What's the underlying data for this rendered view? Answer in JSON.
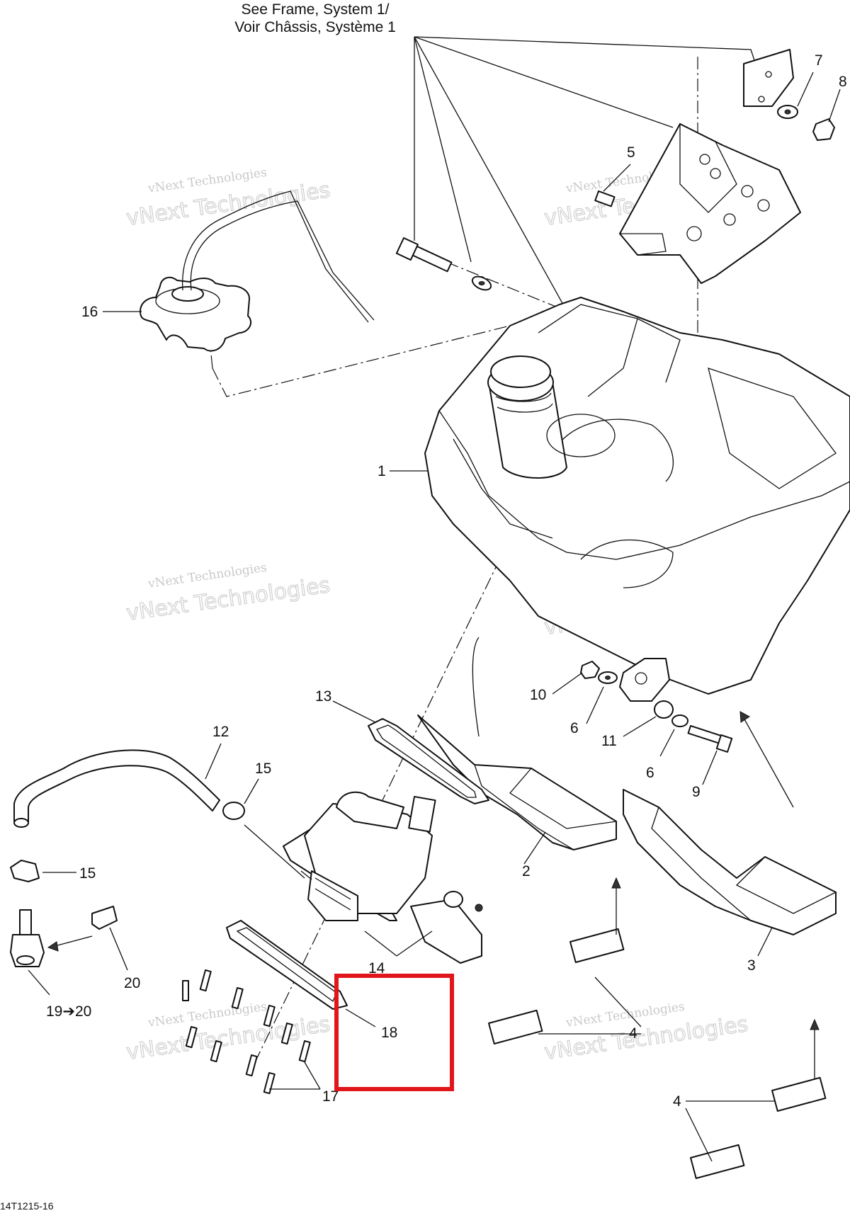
{
  "header": {
    "line1": "See Frame, System 1/",
    "line2": "Voir Châssis, Système 1"
  },
  "watermark": {
    "brand_small": "vNext Technologies",
    "brand_big": "vNext Technologies"
  },
  "callouts": {
    "c1": "1",
    "c2": "2",
    "c3": "3",
    "c4a": "4",
    "c4b": "4",
    "c5": "5",
    "c6a": "6",
    "c6b": "6",
    "c7": "7",
    "c8": "8",
    "c9": "9",
    "c10": "10",
    "c11": "11",
    "c12": "12",
    "c13": "13",
    "c14": "14",
    "c15a": "15",
    "c15b": "15",
    "c16": "16",
    "c17": "17",
    "c18": "18",
    "c19": "19➔20",
    "c20": "20"
  },
  "highlight": {
    "color": "#e0161b",
    "target_callout": "18"
  },
  "footer": {
    "drawing_code": "14T1215-16"
  }
}
